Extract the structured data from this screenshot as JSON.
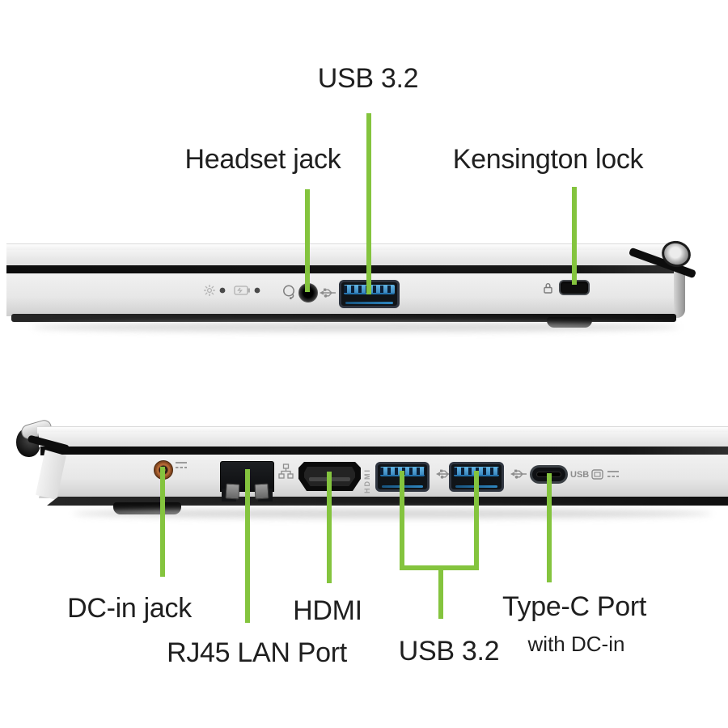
{
  "palette": {
    "accent_green": "#84c43e",
    "usb_blue": "#2e86c0",
    "dc_orange": "#a85c30"
  },
  "top_view": {
    "description_callouts": [
      {
        "label": "USB 3.2"
      },
      {
        "label": "Headset jack"
      },
      {
        "label": "Kensington lock"
      }
    ],
    "icons": [
      "power-led-icon",
      "battery-led-icon",
      "headset-icon",
      "usb-trident-icon",
      "kensington-lock-icon"
    ]
  },
  "bottom_view": {
    "description_callouts": [
      {
        "label": "DC-in jack"
      },
      {
        "label": "RJ45 LAN Port"
      },
      {
        "label": "HDMI"
      },
      {
        "label": "USB 3.2"
      },
      {
        "label": "Type-C Port",
        "sublabel": "with DC-in"
      }
    ],
    "chassis_text": {
      "hdmi": "HDMI",
      "usb_logo": "USB"
    },
    "icons": [
      "dc-symbol-icon",
      "lan-icon",
      "usb-trident-icon",
      "usb-logo-icon"
    ]
  }
}
